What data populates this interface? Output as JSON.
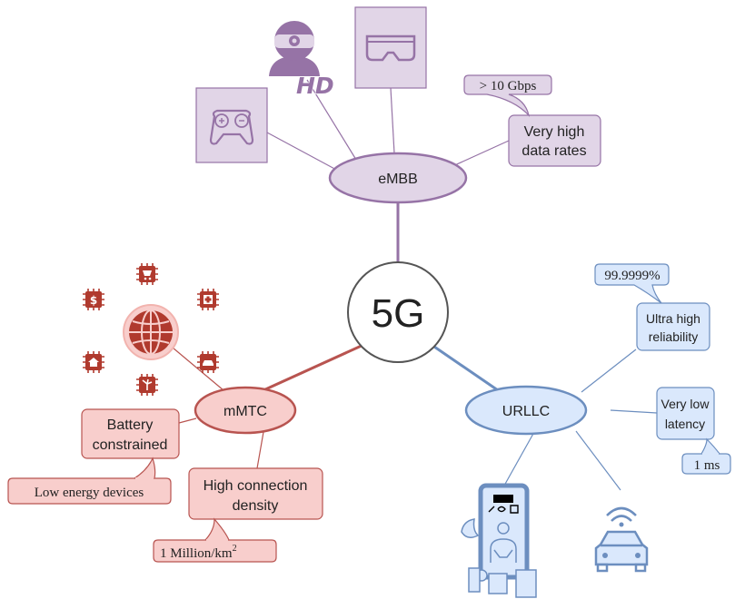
{
  "center": {
    "label": "5G"
  },
  "embb": {
    "label": "eMBB",
    "feature": {
      "line1": "Very high",
      "line2": "data rates"
    },
    "callout": "> 10 Gbps",
    "icons": [
      "gamepad-icon",
      "vr-headset-icon",
      "hd-webcam-user-icon"
    ]
  },
  "urllc": {
    "label": "URLLC",
    "reliability": {
      "line1": "Ultra high",
      "line2": "reliability"
    },
    "reliability_callout": "99.9999%",
    "latency": {
      "line1": "Very low",
      "line2": "latency"
    },
    "latency_callout": "1 ms",
    "icons": [
      "remote-surgery-icon",
      "connected-car-icon"
    ]
  },
  "mmtc": {
    "label": "mMTC",
    "battery": {
      "line1": "Battery",
      "line2": "constrained"
    },
    "battery_callout": "Low energy devices",
    "density": {
      "line1": "High connection",
      "line2": "density"
    },
    "density_callout": "1 Million/km",
    "density_callout_sup": "2",
    "icons": [
      "globe-iot-icon",
      "chip-cart-icon",
      "chip-dollar-icon",
      "chip-medical-icon",
      "chip-home-icon",
      "chip-car-icon",
      "chip-windmill-icon"
    ]
  },
  "colors": {
    "embb_fill": "#e1d5e7",
    "embb_stroke": "#9673a6",
    "urllc_fill": "#dae8fc",
    "urllc_stroke": "#6c8ebf",
    "mmtc_fill": "#f8cecc",
    "mmtc_stroke": "#b85450",
    "icon_red": "#b03a2e"
  }
}
